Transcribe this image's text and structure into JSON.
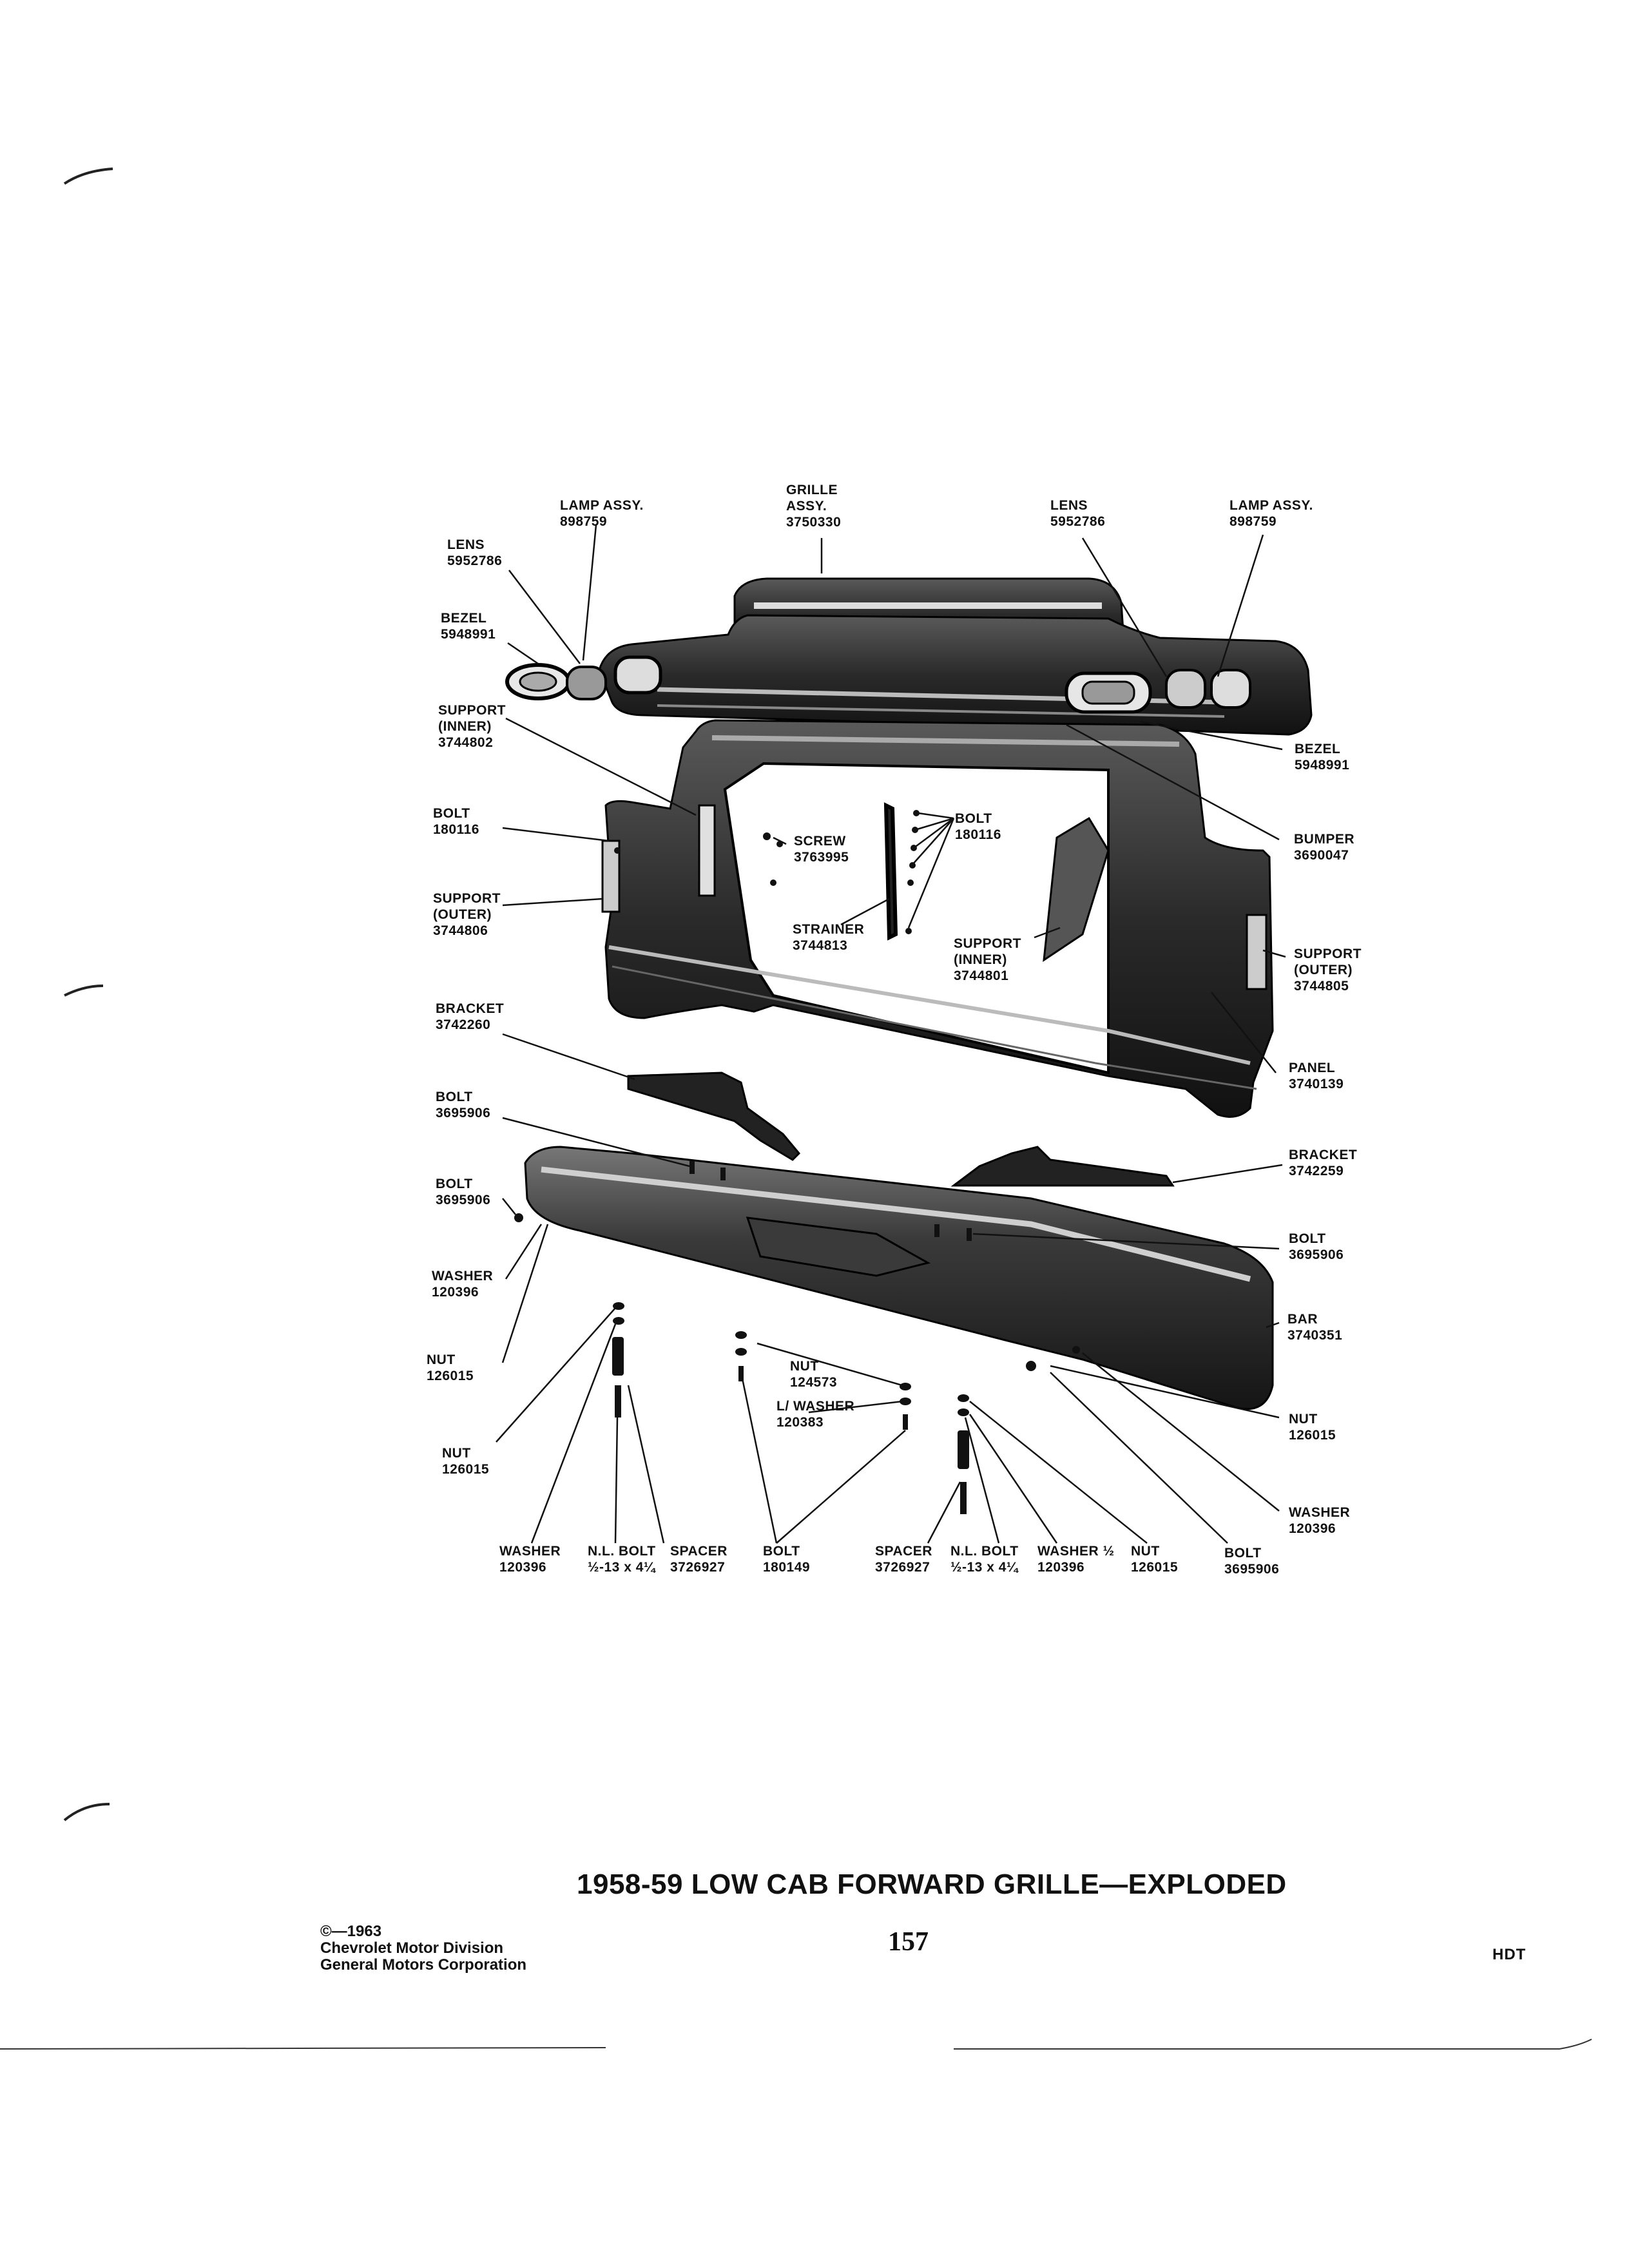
{
  "title": "1958-59 LOW CAB FORWARD GRILLE—EXPLODED",
  "page_number": "157",
  "copyright": {
    "line1": "©—1963",
    "line2": "Chevrolet Motor Division",
    "line3": "General Motors Corporation"
  },
  "section_code": "HDT",
  "labels": {
    "lens_left": {
      "name": "LENS",
      "part": "5952786"
    },
    "lamp_left": {
      "name": "LAMP ASSY.",
      "part": "898759"
    },
    "grille": {
      "name1": "GRILLE",
      "name2": "ASSY.",
      "part": "3750330"
    },
    "lens_right": {
      "name": "LENS",
      "part": "5952786"
    },
    "lamp_right": {
      "name": "LAMP ASSY.",
      "part": "898759"
    },
    "bezel_left": {
      "name": "BEZEL",
      "part": "5948991"
    },
    "bezel_right": {
      "name": "BEZEL",
      "part": "5948991"
    },
    "support_inner_left": {
      "name1": "SUPPORT",
      "name2": "(INNER)",
      "part": "3744802"
    },
    "bumper": {
      "name": "BUMPER",
      "part": "3690047"
    },
    "bolt_left_upper": {
      "name": "BOLT",
      "part": "180116"
    },
    "screw": {
      "name": "SCREW",
      "part": "3763995"
    },
    "bolt_center_upper": {
      "name": "BOLT",
      "part": "180116"
    },
    "support_outer_left": {
      "name1": "SUPPORT",
      "name2": "(OUTER)",
      "part": "3744806"
    },
    "strainer": {
      "name": "STRAINER",
      "part": "3744813"
    },
    "support_inner_right": {
      "name1": "SUPPORT",
      "name2": "(INNER)",
      "part": "3744801"
    },
    "support_outer_right": {
      "name1": "SUPPORT",
      "name2": "(OUTER)",
      "part": "3744805"
    },
    "bracket_left": {
      "name": "BRACKET",
      "part": "3742260"
    },
    "panel": {
      "name": "PANEL",
      "part": "3740139"
    },
    "bolt_left_mid": {
      "name": "BOLT",
      "part": "3695906"
    },
    "bracket_right": {
      "name": "BRACKET",
      "part": "3742259"
    },
    "bolt_left_lower": {
      "name": "BOLT",
      "part": "3695906"
    },
    "bolt_right_mid": {
      "name": "BOLT",
      "part": "3695906"
    },
    "washer_left": {
      "name": "WASHER",
      "part": "120396"
    },
    "bar": {
      "name": "BAR",
      "part": "3740351"
    },
    "nut_left_upper": {
      "name": "NUT",
      "part": "126015"
    },
    "nut_center": {
      "name": "NUT",
      "part": "124573"
    },
    "lwasher_center": {
      "name": "L/ WASHER",
      "part": "120383"
    },
    "nut_right": {
      "name": "NUT",
      "part": "126015"
    },
    "nut_left_lower": {
      "name": "NUT",
      "part": "126015"
    },
    "washer_right": {
      "name": "WASHER",
      "part": "120396"
    },
    "bottom_washer_left": {
      "name": "WASHER",
      "part": "120396"
    },
    "bottom_nlbolt_left": {
      "name": "N.L. BOLT",
      "part": "½-13 x 4¼"
    },
    "bottom_spacer_left": {
      "name": "SPACER",
      "part": "3726927"
    },
    "bottom_bolt_center": {
      "name": "BOLT",
      "part": "180149"
    },
    "bottom_spacer_right": {
      "name": "SPACER",
      "part": "3726927"
    },
    "bottom_nlbolt_right": {
      "name": "N.L. BOLT",
      "part": "½-13 x 4¼"
    },
    "bottom_washer_right": {
      "name": "WASHER ½",
      "part": "120396"
    },
    "bottom_nut_right": {
      "name": "NUT",
      "part": "126015"
    },
    "bottom_bolt_right": {
      "name": "BOLT",
      "part": "3695906"
    }
  }
}
